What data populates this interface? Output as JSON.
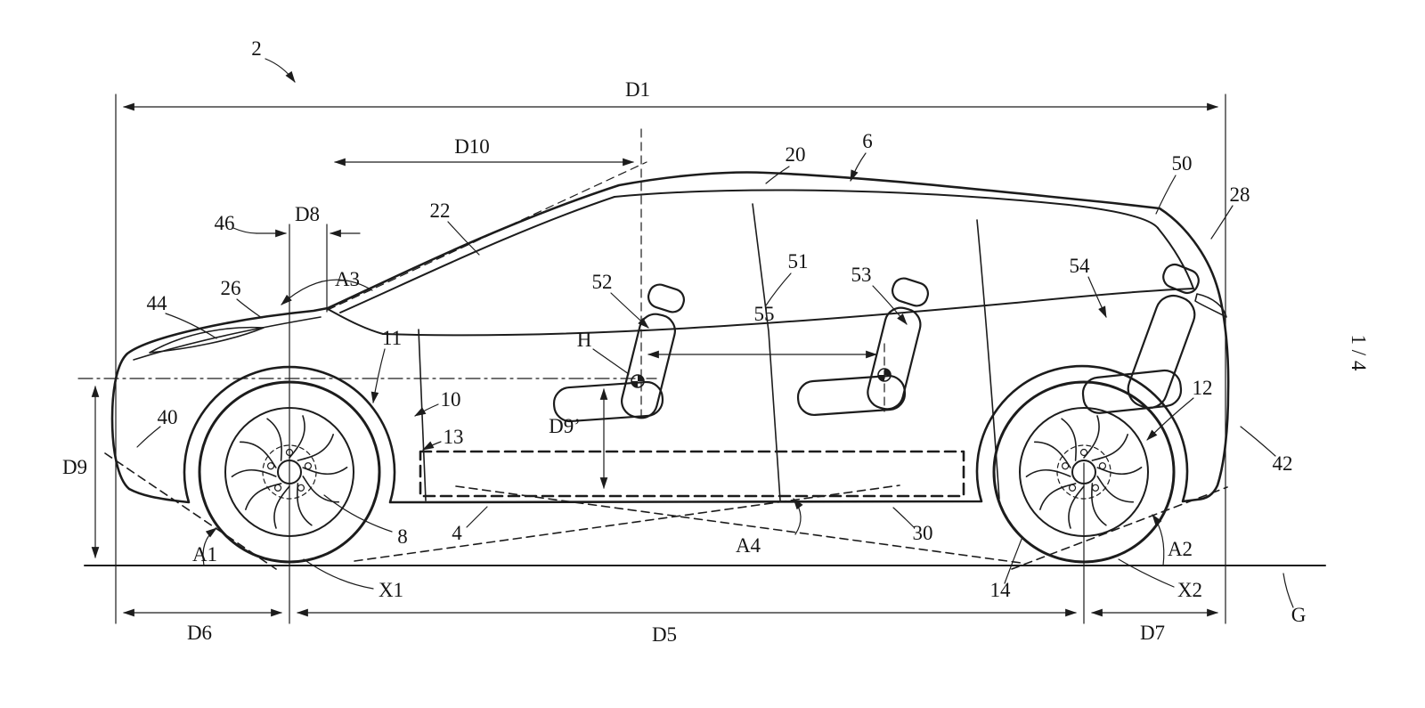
{
  "figure": {
    "page_indicator": "1 / 4",
    "labels": {
      "fig_ref": "2",
      "d1": "D1",
      "d10": "D10",
      "d8": "D8",
      "d9": "D9",
      "d9_prime": "D9’",
      "d5": "D5",
      "d6": "D6",
      "d7": "D7",
      "a1": "A1",
      "a2": "A2",
      "a3": "A3",
      "a4": "A4",
      "h_point": "H",
      "x1": "X1",
      "x2": "X2",
      "g": "G",
      "n4": "4",
      "n6": "6",
      "n8": "8",
      "n10": "10",
      "n11": "11",
      "n12": "12",
      "n13": "13",
      "n14": "14",
      "n20": "20",
      "n22": "22",
      "n26": "26",
      "n28": "28",
      "n30": "30",
      "n40": "40",
      "n42": "42",
      "n44": "44",
      "n46": "46",
      "n50": "50",
      "n51": "51",
      "n52": "52",
      "n53": "53",
      "n54": "54",
      "n55": "55"
    }
  }
}
